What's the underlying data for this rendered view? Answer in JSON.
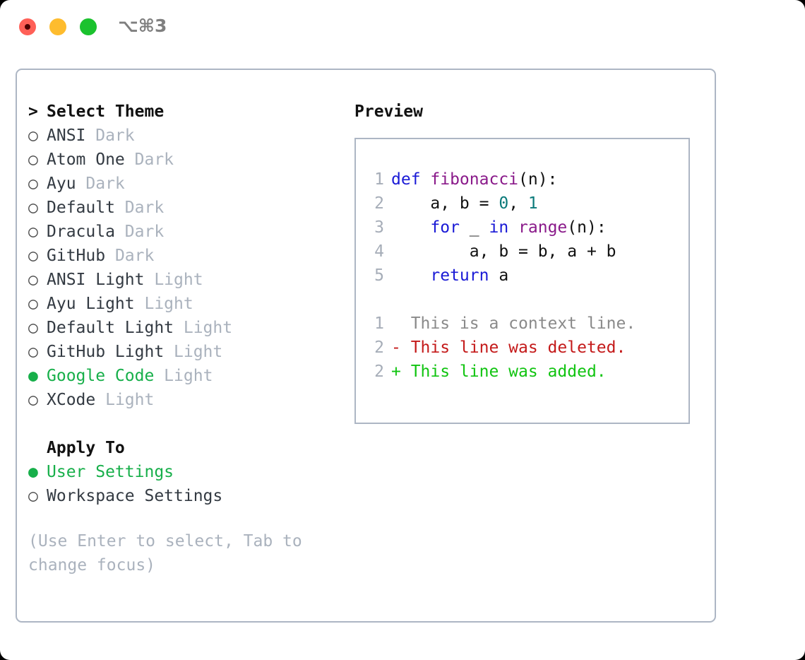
{
  "window": {
    "shortcut": "⌥⌘3",
    "traffic_lights": [
      "close-red",
      "minimize-yellow",
      "maximize-green"
    ],
    "colors": {
      "red": "#ff6057",
      "yellow": "#febc2e",
      "green": "#1bc22e",
      "panel_border": "#adb6c4",
      "accent_green": "#17af4a",
      "muted": "#aab2bd"
    }
  },
  "theme_picker": {
    "header": "Select Theme",
    "header_marker": ">",
    "bullet_selected": "●",
    "bullet_unselected": "○",
    "items": [
      {
        "name": "ANSI",
        "tag": "Dark",
        "selected": false
      },
      {
        "name": "Atom One",
        "tag": "Dark",
        "selected": false
      },
      {
        "name": "Ayu",
        "tag": "Dark",
        "selected": false
      },
      {
        "name": "Default",
        "tag": "Dark",
        "selected": false
      },
      {
        "name": "Dracula",
        "tag": "Dark",
        "selected": false
      },
      {
        "name": "GitHub",
        "tag": "Dark",
        "selected": false
      },
      {
        "name": "ANSI Light",
        "tag": "Light",
        "selected": false
      },
      {
        "name": "Ayu Light",
        "tag": "Light",
        "selected": false
      },
      {
        "name": "Default Light",
        "tag": "Light",
        "selected": false
      },
      {
        "name": "GitHub Light",
        "tag": "Light",
        "selected": false
      },
      {
        "name": "Google Code",
        "tag": "Light",
        "selected": true
      },
      {
        "name": "XCode",
        "tag": "Light",
        "selected": false
      }
    ]
  },
  "apply_to": {
    "header": "Apply To",
    "items": [
      {
        "name": "User Settings",
        "selected": true
      },
      {
        "name": "Workspace Settings",
        "selected": false
      }
    ]
  },
  "hint": "(Use Enter to select, Tab to change focus)",
  "preview": {
    "title": "Preview",
    "code_lines": [
      {
        "num": "1",
        "tokens": [
          {
            "t": "def ",
            "c": "kw"
          },
          {
            "t": "fibonacci",
            "c": "fn"
          },
          {
            "t": "(n):",
            "c": "txt"
          }
        ]
      },
      {
        "num": "2",
        "tokens": [
          {
            "t": "    a, b = ",
            "c": "txt"
          },
          {
            "t": "0",
            "c": "num"
          },
          {
            "t": ", ",
            "c": "txt"
          },
          {
            "t": "1",
            "c": "num"
          }
        ]
      },
      {
        "num": "3",
        "tokens": [
          {
            "t": "    for ",
            "c": "kw"
          },
          {
            "t": "_ ",
            "c": "txt"
          },
          {
            "t": "in ",
            "c": "kw"
          },
          {
            "t": "range",
            "c": "fn"
          },
          {
            "t": "(n):",
            "c": "txt"
          }
        ]
      },
      {
        "num": "4",
        "tokens": [
          {
            "t": "        a, b = b, a + b",
            "c": "txt"
          }
        ]
      },
      {
        "num": "5",
        "tokens": [
          {
            "t": "    return",
            "c": "kw"
          },
          {
            "t": " a",
            "c": "txt"
          }
        ]
      }
    ],
    "diff_lines": [
      {
        "num": "1",
        "text": "  This is a context line.",
        "kind": "ctx"
      },
      {
        "num": "2",
        "text": "- This line was deleted.",
        "kind": "del"
      },
      {
        "num": "2",
        "text": "+ This line was added.",
        "kind": "add"
      }
    ]
  }
}
